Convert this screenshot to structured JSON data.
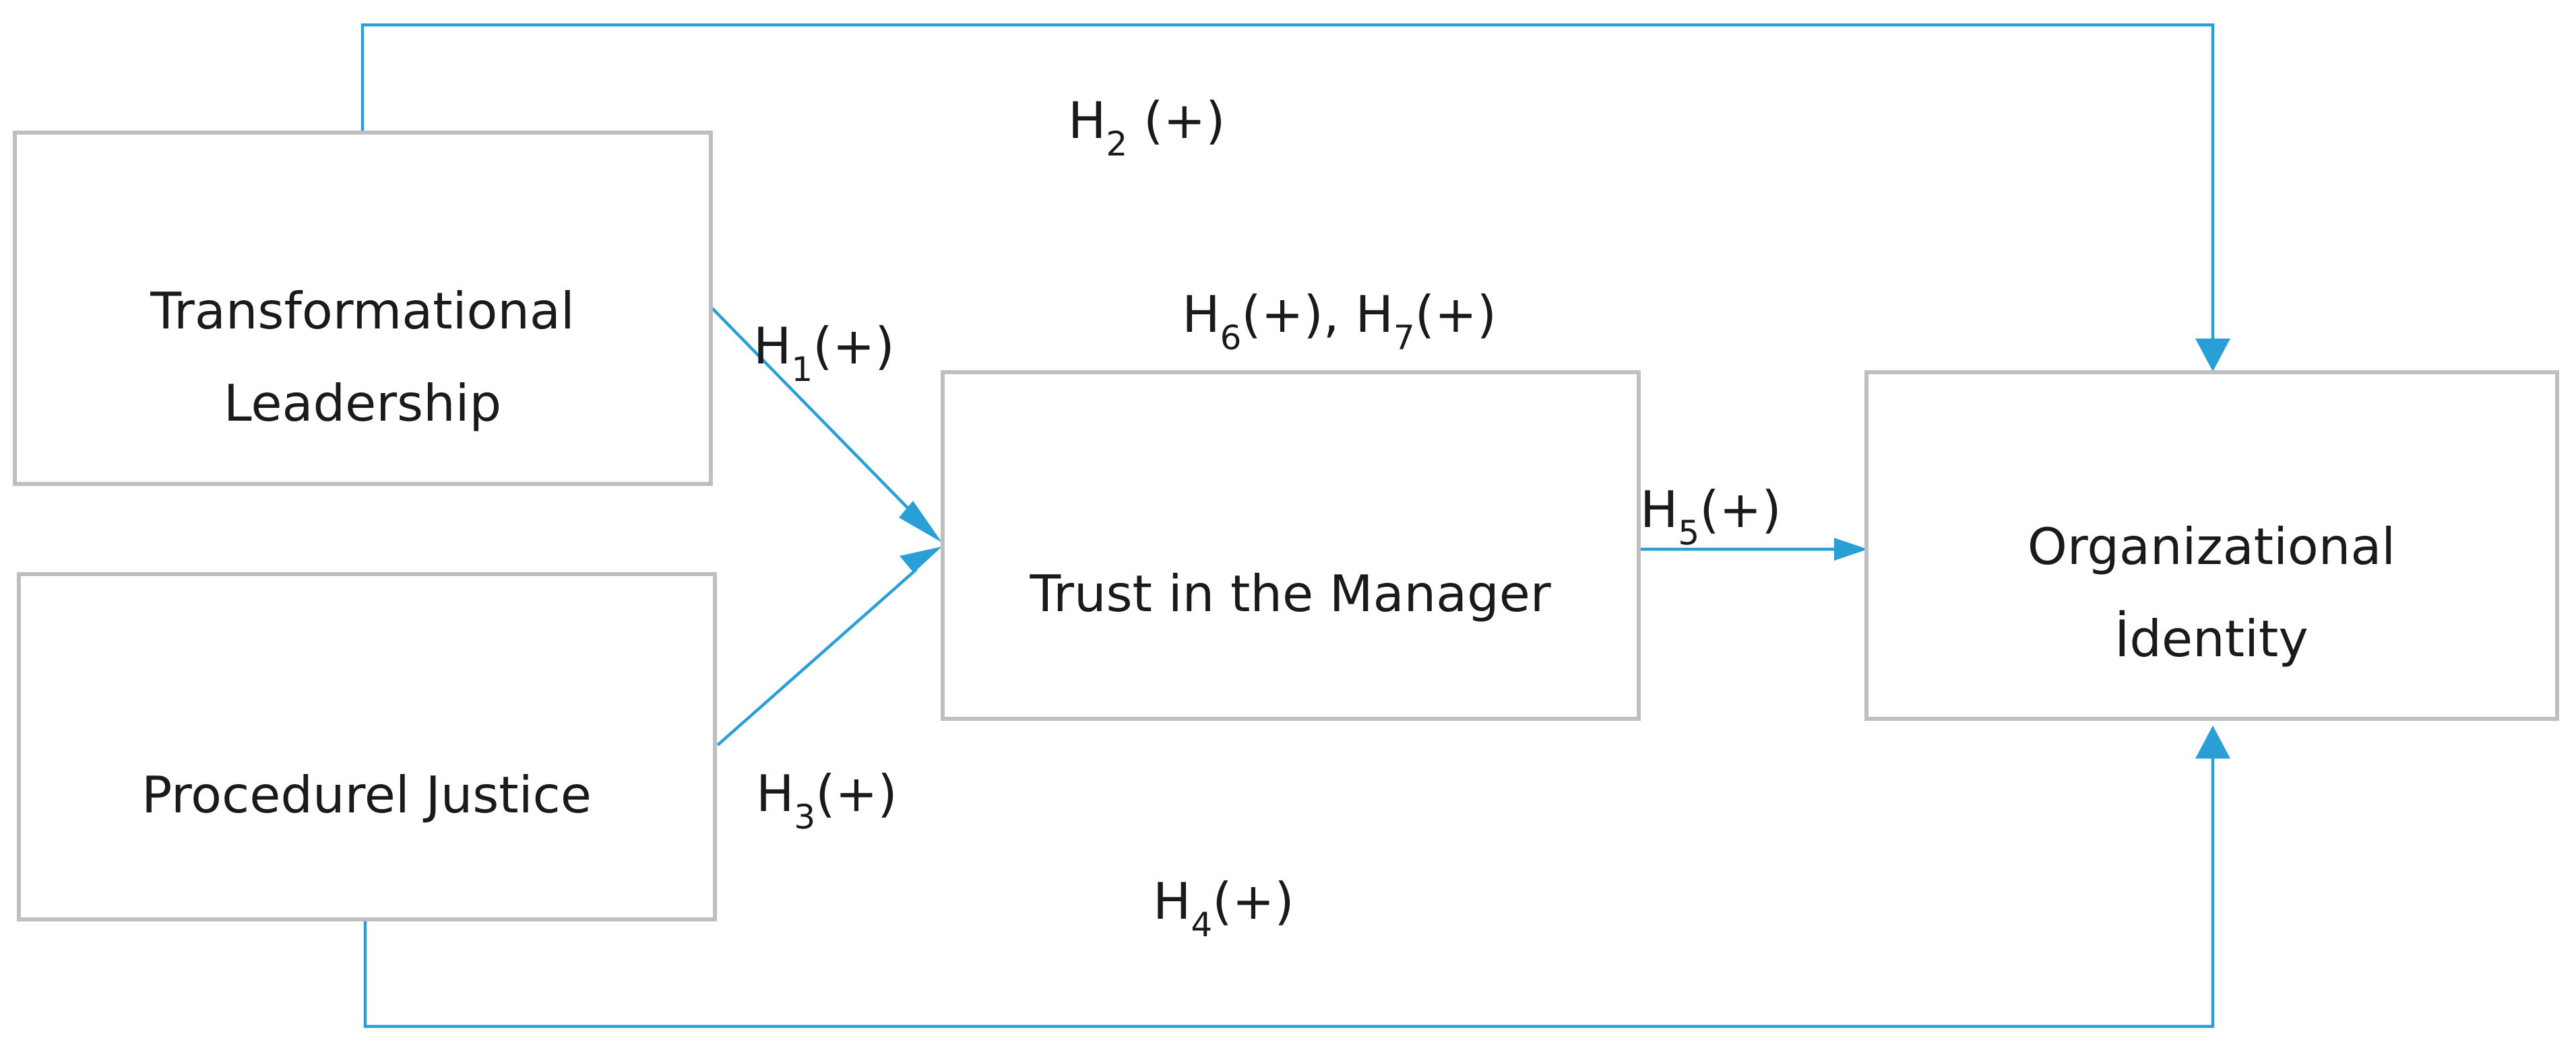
{
  "diagram": {
    "nodes": {
      "transformational_leadership": {
        "line1": "Transformational",
        "line2": "Leadership"
      },
      "procedural_justice": {
        "label": "Procedurel Justice"
      },
      "trust_in_manager": {
        "label": "Trust in the Manager"
      },
      "organizational_identity": {
        "line1": "Organizational",
        "line2": "İdentity"
      }
    },
    "hypotheses": {
      "h1": {
        "letter": "H",
        "sub": "1",
        "sign": "(+)"
      },
      "h2": {
        "letter": "H",
        "sub": "2",
        "sign": " (+)"
      },
      "h3": {
        "letter": "H",
        "sub": "3",
        "sign": "(+)"
      },
      "h4": {
        "letter": "H",
        "sub": "4",
        "sign": "(+)"
      },
      "h5": {
        "letter": "H",
        "sub": "5",
        "sign": "(+)"
      },
      "h6h7": {
        "letter_a": "H",
        "sub_a": "6",
        "sign_a": "(+), ",
        "letter_b": "H",
        "sub_b": "7",
        "sign_b": "(+)"
      }
    },
    "colors": {
      "connector": "#2a9fd6",
      "box_border": "#bfbfbf",
      "text": "#1a1a1a"
    }
  }
}
